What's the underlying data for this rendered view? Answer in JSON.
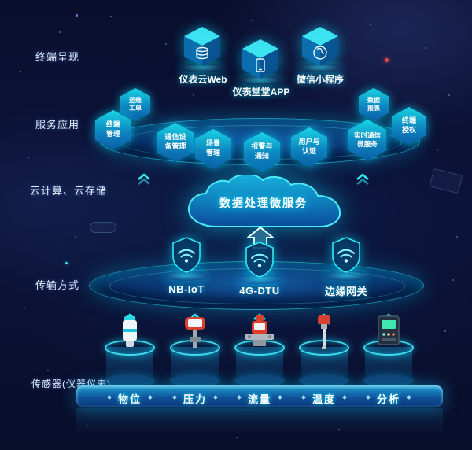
{
  "layers": {
    "terminal": {
      "label": "终端呈现",
      "items": [
        {
          "label": "仪表云Web"
        },
        {
          "label": "仪表堂堂APP"
        },
        {
          "label": "微信小程序"
        }
      ]
    },
    "services": {
      "label": "服务应用",
      "badges": [
        {
          "label": "运维\n工单"
        },
        {
          "label": "终端\n管理"
        },
        {
          "label": "通信设\n备管理"
        },
        {
          "label": "场景\n管理"
        },
        {
          "label": "报警与\n通知"
        },
        {
          "label": "用户与\n认证"
        },
        {
          "label": "实时通信\n微服务"
        },
        {
          "label": "数据\n报表"
        },
        {
          "label": "终端\n授权"
        }
      ]
    },
    "cloud": {
      "label": "云计算、云存储",
      "service": "数据处理微服务"
    },
    "transport": {
      "label": "传输方式",
      "items": [
        {
          "label": "NB-IoT"
        },
        {
          "label": "4G-DTU"
        },
        {
          "label": "边缘网关"
        }
      ]
    },
    "sensors": {
      "label": "传感器(仪器仪表)",
      "items": [
        {
          "label": "物位"
        },
        {
          "label": "压力"
        },
        {
          "label": "流量"
        },
        {
          "label": "温度"
        },
        {
          "label": "分析"
        }
      ]
    }
  },
  "colors": {
    "accent": "#2ee9f5",
    "background": "#0a0f2e",
    "platform": "#0d3f7e",
    "badge": "#0fb7cf",
    "device_red": "#d8402f"
  }
}
